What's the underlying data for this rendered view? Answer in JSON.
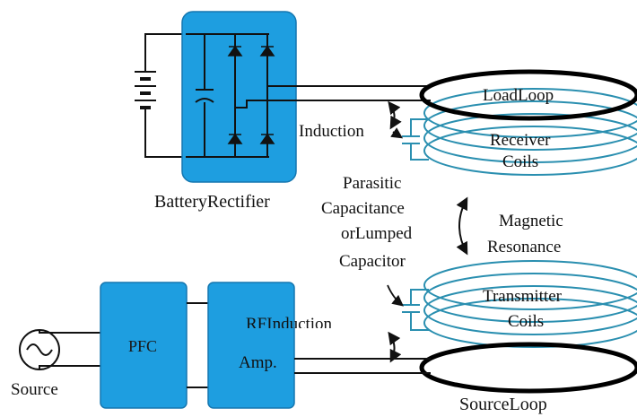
{
  "colors": {
    "block_fill": "#1e9ee0",
    "block_stroke": "#1577b0",
    "wire": "#111111",
    "coil": "#2a8fb0",
    "loop": "#000000",
    "text": "#111111"
  },
  "labels": {
    "battery_rectifier": "BatteryRectifier",
    "induction": "Induction",
    "load_loop": "LoadLoop",
    "receiver_coils_line1": "Receiver",
    "receiver_coils_line2": "Coils",
    "parasitic_line1": "Parasitic",
    "parasitic_line2": "Capacitance",
    "parasitic_line3": "orLumped",
    "parasitic_line4": "Capacitor",
    "magnetic_line1": "Magnetic",
    "magnetic_line2": "Resonance",
    "transmitter_coils_line1": "Transmitter",
    "transmitter_coils_line2": "Coils",
    "rf_induction": "RFInduction",
    "pfc": "PFC",
    "amp": "Amp.",
    "source": "Source",
    "source_loop": "SourceLoop"
  },
  "icons": {
    "battery": "battery-icon",
    "capacitor": "capacitor-icon",
    "diode": "diode-icon",
    "ac_source": "ac-source-icon",
    "arrow": "curved-arrow-icon"
  }
}
